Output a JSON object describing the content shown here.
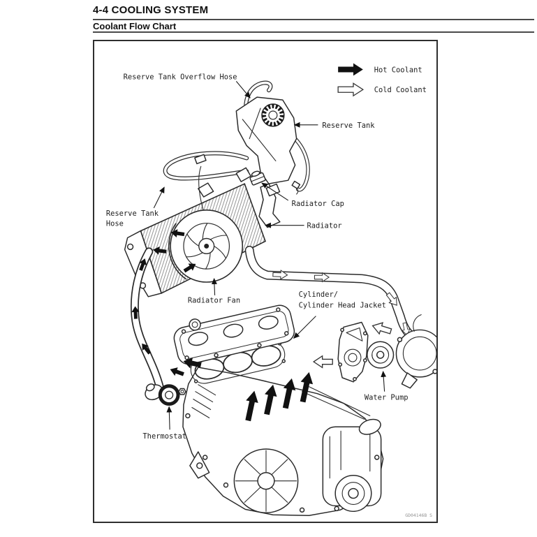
{
  "page": {
    "section_title": "4-4 COOLING SYSTEM",
    "subsection_title": "Coolant Flow Chart",
    "figure_code": "GD04146B S"
  },
  "legend": {
    "hot_label": "Hot Coolant",
    "cold_label": "Cold Coolant",
    "hot_arrow_icon": "filled-right-arrow",
    "cold_arrow_icon": "outline-right-arrow",
    "hot_color": "#111111",
    "cold_color": "#ffffff"
  },
  "labels": {
    "overflow_hose": "Reserve Tank Overflow Hose",
    "reserve_tank": "Reserve Tank",
    "radiator_cap": "Radiator Cap",
    "radiator": "Radiator",
    "reserve_tank_hose_1": "Reserve Tank",
    "reserve_tank_hose_2": "Hose",
    "radiator_fan": "Radiator Fan",
    "cylinder_1": "Cylinder/",
    "cylinder_2": "Cylinder Head Jacket",
    "water_pump": "Water Pump",
    "thermostat": "Thermostat"
  }
}
